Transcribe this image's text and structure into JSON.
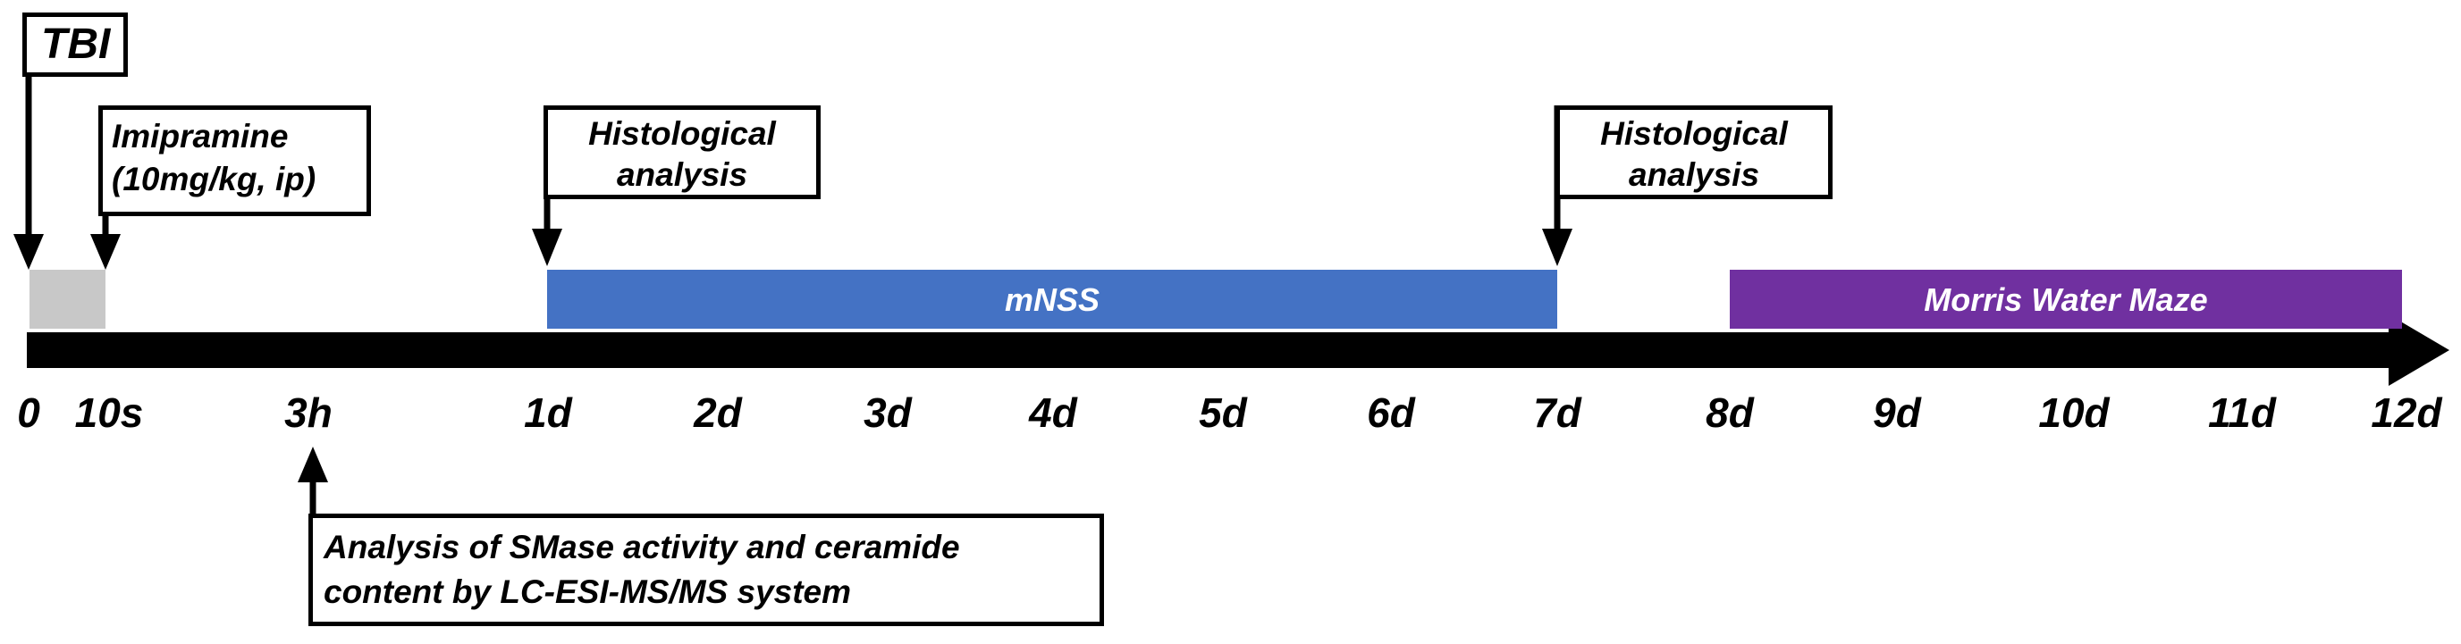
{
  "boxes": {
    "tbi": "TBI",
    "imipramine": [
      "Imipramine",
      "(10mg/kg, ip)"
    ],
    "histology_1": [
      "Histological",
      "analysis"
    ],
    "histology_2": [
      "Histological",
      "analysis"
    ],
    "analysis": [
      "Analysis of SMase activity and ceramide",
      "content by LC-ESI-MS/MS system"
    ]
  },
  "bars": {
    "mnss": "mNSS",
    "morris": "Morris Water Maze"
  },
  "ticks": [
    "0",
    "10s",
    "3h",
    "1d",
    "2d",
    "3d",
    "4d",
    "5d",
    "6d",
    "7d",
    "8d",
    "9d",
    "10d",
    "11d",
    "12d"
  ],
  "colors": {
    "treatment_bar": "#c8c8c8",
    "mnss_bar": "#4472c4",
    "morris_bar": "#7030a0",
    "timeline": "#000000"
  }
}
